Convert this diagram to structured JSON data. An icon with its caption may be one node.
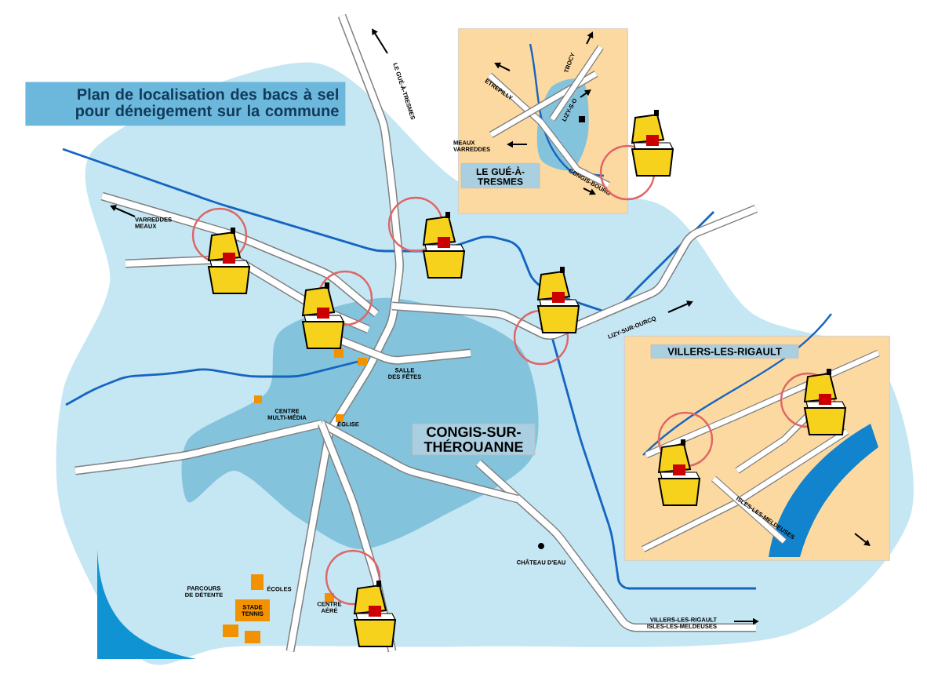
{
  "diagram": {
    "title": "Plan de localisation des bacs à sel pour déneigement sur la commune",
    "nodes": [
      {
        "text": [],
        "shape": "box"
      },
      {
        "text": [
          "LE GUÉ-À-TRESMES"
        ],
        "in": 0
      },
      {
        "text": [
          "CONGIS-SUR-THÉROUANNE"
        ]
      },
      {
        "text": [],
        "shape": "box"
      },
      {
        "text": [
          "VILLERS-LES-RIGAULT"
        ],
        "in": 3
      }
    ],
    "edges": [],
    "labels": [
      "LE GUÉ-À-TRESMES",
      "ETREPILLY",
      "TROCY",
      "LIZY-S-O",
      "MEAUX VARREDDES",
      "CONGIS-BOURG",
      "VARREDDES MEAUX",
      "SALLE DES FÊTES",
      "LIZY-SUR-OURCQ",
      "CENTRE MULTI-MÉDIA",
      "ÉGLISE",
      "ISLES-LES-MELDEUSES",
      "CHÂTEAU D'EAU",
      "PARCOURS DE DÉTENTE",
      "ÉCOLES",
      "CENTRE AÉRÉ",
      "STADE TENNIS",
      "VILLERS-LES-RIGAULT ISLES-LES-MELDEUSES"
    ]
  }
}
